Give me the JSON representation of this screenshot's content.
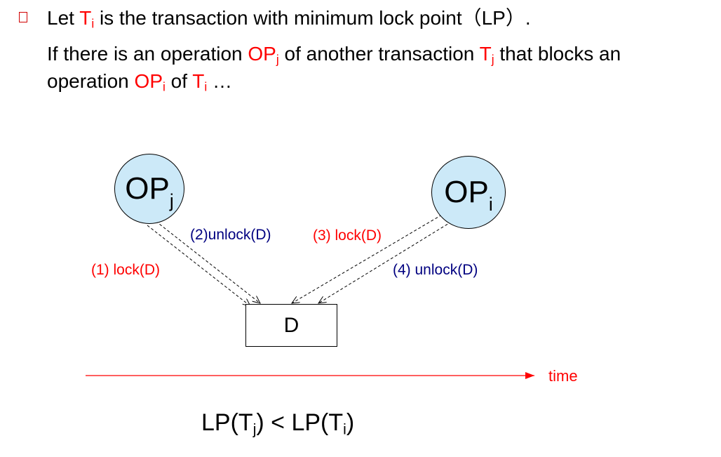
{
  "intro": {
    "bullet_icon": "square-bullet-icon",
    "line1": {
      "part1": "Let ",
      "T": "T",
      "T_sub": "i",
      "part2": " is the transaction with minimum lock point（LP）."
    },
    "line2": {
      "part1": "If there is an operation ",
      "OP": "OP",
      "OP_sub": "j",
      "part2": " of another transaction ",
      "T": "T",
      "T_sub": "j",
      "part3": " that blocks an"
    },
    "line3": {
      "part1": "operation ",
      "OP": "OP",
      "OP_sub": "i",
      "part2": " of ",
      "T": "T",
      "T_sub": "i",
      "part3": " …"
    }
  },
  "diagram": {
    "node_opj": {
      "main": "OP",
      "sub": "j"
    },
    "node_opi": {
      "main": "OP",
      "sub": "i"
    },
    "data_box": "D",
    "edge_labels": {
      "step1": "(1) lock(D)",
      "step2": "(2)unlock(D)",
      "step3": "(3) lock(D)",
      "step4": "(4) unlock(D)"
    },
    "timeline_label": "time"
  },
  "formula": {
    "lp1": "LP(T",
    "sub1": "j",
    "mid": ") < LP(T",
    "sub2": "i",
    "end": ")"
  },
  "colors": {
    "accent_red": "#ff0000",
    "label_blue": "#000080",
    "node_fill": "#cce9f8"
  }
}
